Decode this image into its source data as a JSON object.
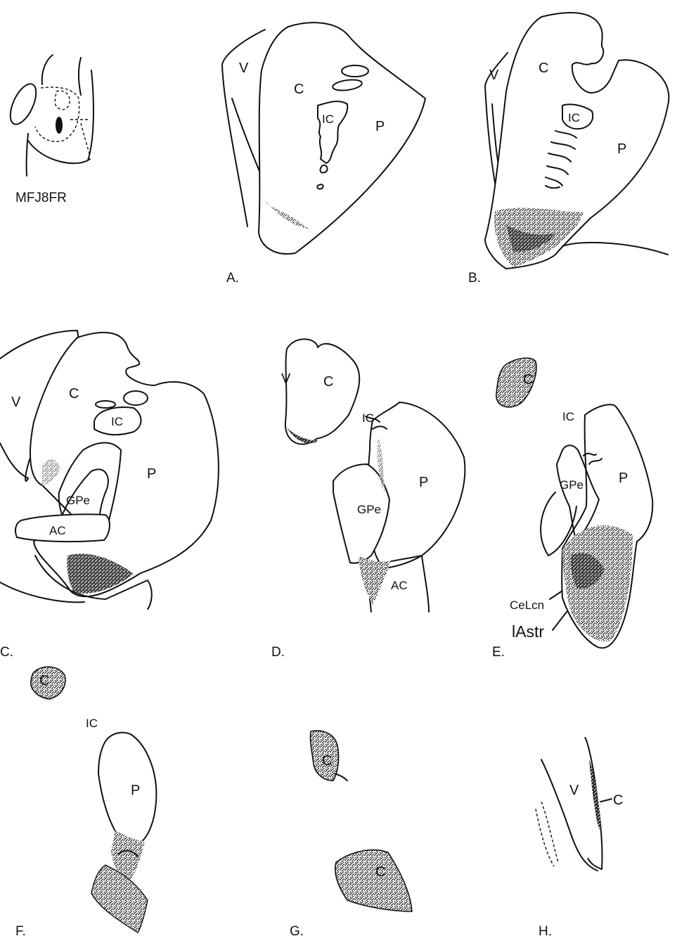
{
  "case_id": "MFJ8FR",
  "panels": {
    "A": {
      "label": "A.",
      "regions": {
        "v": "V",
        "c": "C",
        "ic": "IC",
        "p": "P"
      }
    },
    "B": {
      "label": "B.",
      "regions": {
        "v": "V",
        "c": "C",
        "ic": "IC",
        "p": "P"
      }
    },
    "C": {
      "label": "C.",
      "regions": {
        "v": "V",
        "c": "C",
        "ic": "IC",
        "p": "P",
        "gpe": "GPe",
        "ac": "AC"
      }
    },
    "D": {
      "label": "D.",
      "regions": {
        "v": "V",
        "c": "C",
        "ic": "IC",
        "p": "P",
        "gpe": "GPe",
        "ac": "AC"
      }
    },
    "E": {
      "label": "E.",
      "regions": {
        "c": "C",
        "ic": "IC",
        "p": "P",
        "gpe": "GPe",
        "celcn": "CeLcn",
        "lastr": "lAstr"
      }
    },
    "F": {
      "label": "F.",
      "regions": {
        "c": "C",
        "ic": "IC",
        "p": "P"
      }
    },
    "G": {
      "label": "G.",
      "regions": {
        "c1": "C",
        "c2": "C"
      }
    },
    "H": {
      "label": "H.",
      "regions": {
        "v": "V",
        "c": "C"
      }
    }
  },
  "colors": {
    "ink": "#111111",
    "background": "#ffffff"
  }
}
